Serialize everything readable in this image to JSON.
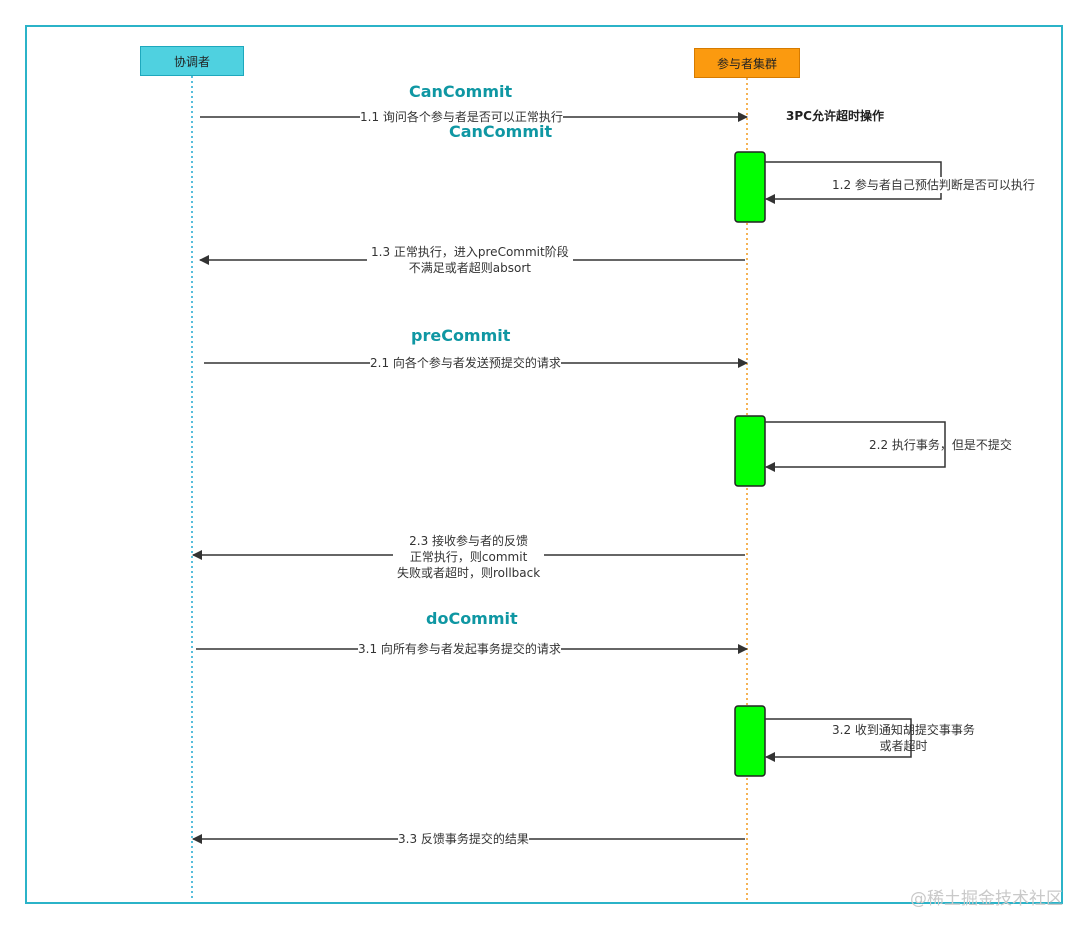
{
  "actors": {
    "coordinator": "协调者",
    "participants": "参与者集群"
  },
  "phases": {
    "can_commit": "CanCommit",
    "can_commit_repeat": "CanCommit",
    "pre_commit": "preCommit",
    "do_commit": "doCommit"
  },
  "note": "3PC允许超时操作",
  "messages": {
    "m1_1": "1.1 询问各个参与者是否可以正常执行",
    "m1_2": "1.2 参与者自己预估判断是否可以执行",
    "m1_3_line1": "1.3 正常执行，进入preCommit阶段",
    "m1_3_line2": "不满足或者超则absort",
    "m2_1": "2.1 向各个参与者发送预提交的请求",
    "m2_2": "2.2 执行事务，但是不提交",
    "m2_3_line1": "2.3 接收参与者的反馈",
    "m2_3_line2": "正常执行，则commit",
    "m2_3_line3": "失败或者超时，则rollback",
    "m3_1": "3.1 向所有参与者发起事务提交的请求",
    "m3_2_line1": "3.2 收到通知胡提交事事务",
    "m3_2_line2": "或者超时",
    "m3_3": "3.3 反馈事务提交的结果"
  },
  "watermark": "@稀土掘金技术社区",
  "colors": {
    "frame": "#2bb3c8",
    "coordinator_fill": "#4fd1e0",
    "participant_fill": "#fb9a0f",
    "activation_fill": "#00ff00",
    "phase_text": "#0f97a3",
    "coordinator_lifeline": "#1ea8d0",
    "participant_lifeline": "#f29a1e"
  }
}
